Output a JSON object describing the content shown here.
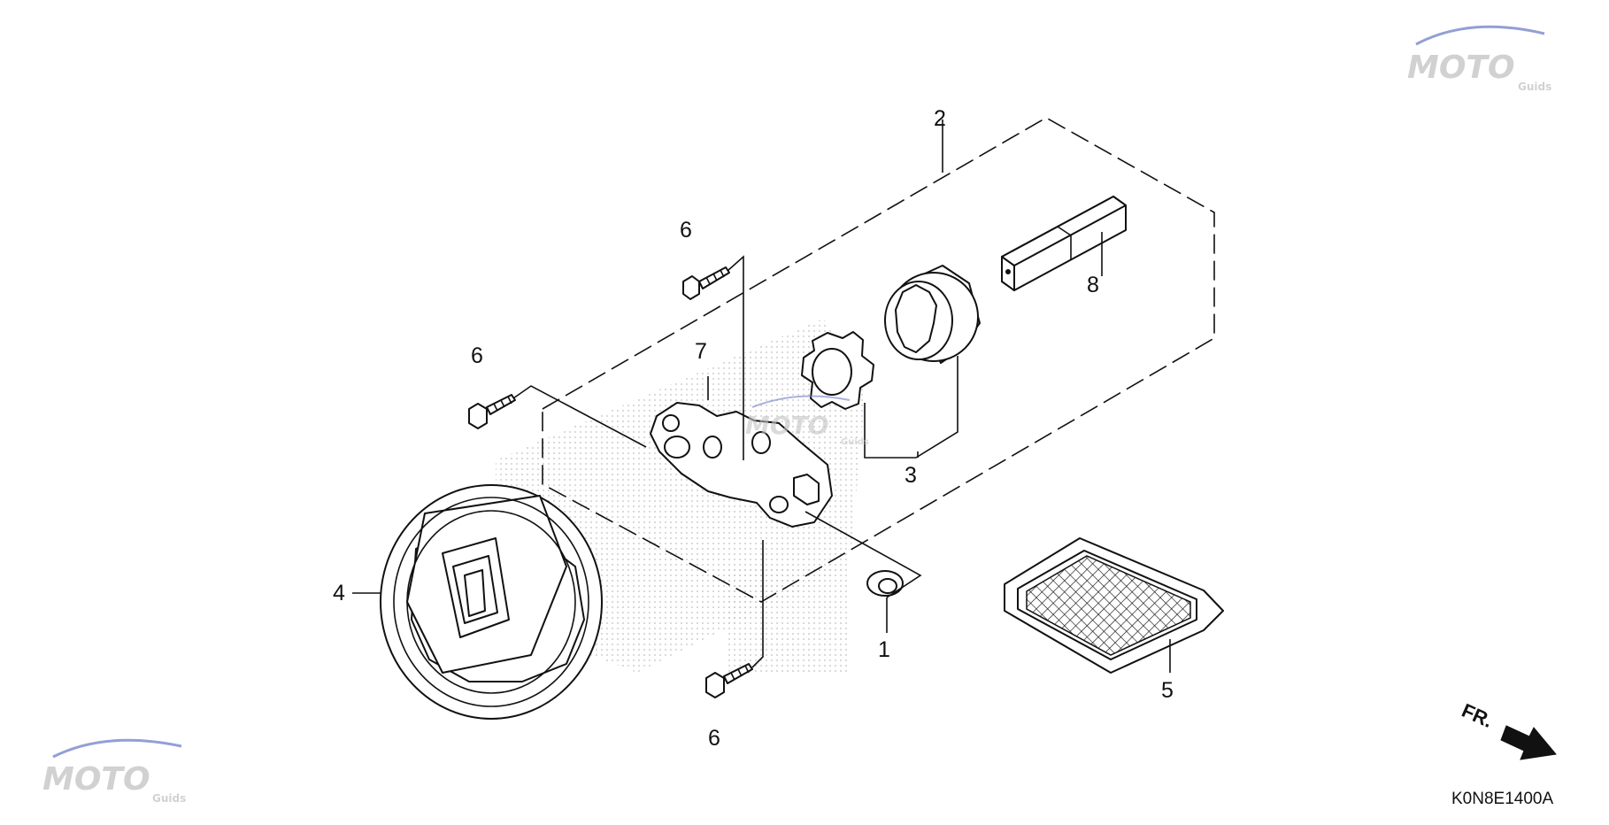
{
  "watermark": {
    "brand_text": "MOTO",
    "sub_text": "Guids",
    "brand_color": "#c2c2c2",
    "accent_color": "#e55a5a",
    "swoosh_color": "#6f7fc7"
  },
  "callouts": {
    "part_1": "1",
    "part_2": "2",
    "part_3": "3",
    "part_4": "4",
    "part_5": "5",
    "part_6_top": "6",
    "part_6_left": "6",
    "part_6_bottom": "6",
    "part_7": "7",
    "part_8": "8"
  },
  "front_indicator": {
    "label": "FR."
  },
  "diagram_code": "K0N8E1400A",
  "icons": {
    "gear": "gear-icon",
    "screen": "oil-strainer-screen-icon",
    "arrow": "front-arrow-icon"
  }
}
